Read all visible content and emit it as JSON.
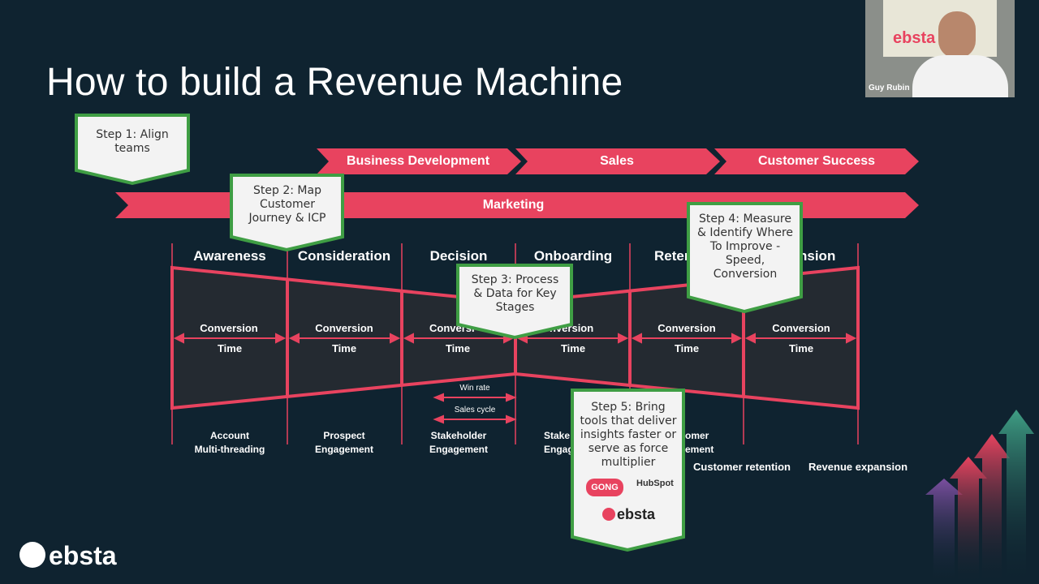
{
  "slide": {
    "title": "How to build a Revenue Machine",
    "colors": {
      "background": "#0f2330",
      "accent": "#e8435f",
      "step_border": "#3f9e44",
      "step_fill": "#f3f3f3"
    },
    "arrows": {
      "top": [
        "Business Development",
        "Sales",
        "Customer Success"
      ],
      "marketing": "Marketing"
    },
    "stages": [
      "Awareness",
      "Consideration",
      "Decision",
      "Onboarding",
      "Retention",
      "Expansion"
    ],
    "stage_visible": [
      "Awareness",
      "Consideration",
      "Decision",
      "Onboarding",
      "Reten",
      "nsion"
    ],
    "conversion_label": "Conversion",
    "conversion_partial_3": "Conversi",
    "conversion_partial_4": "nversion",
    "time_label": "Time",
    "win_rate": "Win rate",
    "sales_cycle": "Sales cycle",
    "bottom": [
      "Account\nMulti-threading",
      "Prospect\nEngagement",
      "Stakeholder\nEngagement",
      "Stake\nEngag",
      "omer\nement"
    ],
    "bottom_lower": [
      "Customer retention",
      "Revenue expansion"
    ],
    "steps": [
      "Step 1: Align teams",
      "Step 2: Map Customer Journey & ICP",
      "Step 3: Process & Data for Key Stages",
      "Step 4: Measure & Identify Where To Improve - Speed, Conversion",
      "Step 5: Bring tools that deliver insights faster or serve as force multiplier"
    ],
    "step_lines": {
      "s1": [
        "Step 1: Align",
        "teams"
      ],
      "s2": [
        "Step 2: Map",
        "Customer",
        "Journey & ICP"
      ],
      "s3": [
        "Step 3: Process",
        "& Data for Key",
        "Stages"
      ],
      "s4": [
        "Step 4: Measure",
        "& Identify Where",
        "To Improve -",
        "Speed,",
        "Conversion"
      ],
      "s5": [
        "Step 5: Bring",
        "tools that deliver",
        "insights faster or",
        "serve as force",
        "multiplier"
      ]
    },
    "tool_logos": [
      "GONG",
      "HubSpot",
      "ebsta"
    ],
    "footer_logo": "ebsta"
  },
  "video": {
    "participant_name": "Guy Rubin",
    "background_sign": "ebsta"
  }
}
